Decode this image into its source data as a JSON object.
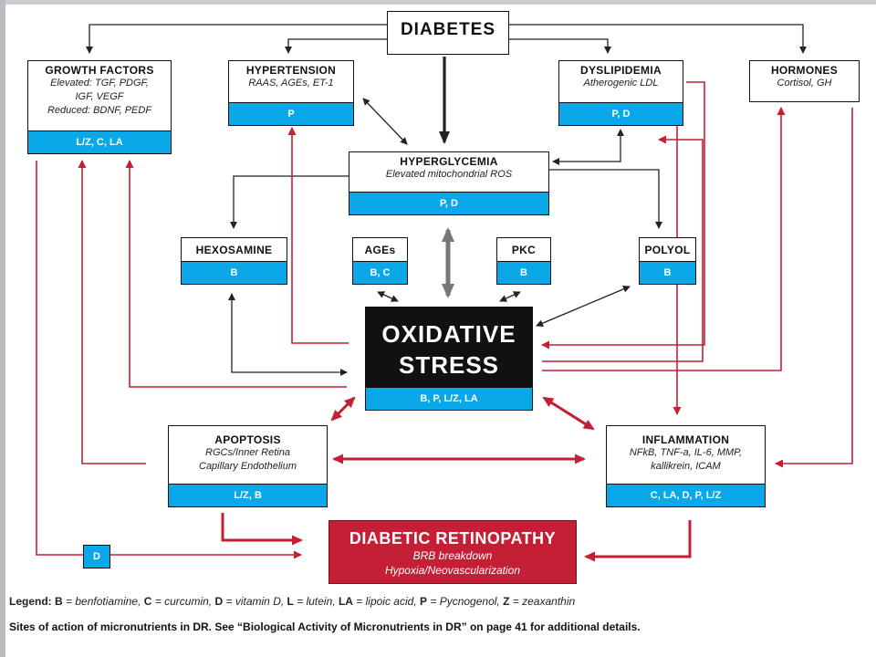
{
  "diabetes": {
    "title": "DIABETES"
  },
  "growth_factors": {
    "title": "GROWTH FACTORS",
    "lines": [
      "Elevated: TGF, PDGF,",
      "IGF, VEGF",
      "Reduced: BDNF, PEDF"
    ],
    "band": "L/Z, C, LA"
  },
  "hypertension": {
    "title": "HYPERTENSION",
    "lines": [
      "RAAS, AGEs, ET-1"
    ],
    "band": "P"
  },
  "dyslipidemia": {
    "title": "DYSLIPIDEMIA",
    "lines": [
      "Atherogenic LDL"
    ],
    "band": "P, D"
  },
  "hormones": {
    "title": "HORMONES",
    "lines": [
      "Cortisol, GH"
    ]
  },
  "hyperglycemia": {
    "title": "HYPERGLYCEMIA",
    "lines": [
      "Elevated mitochondrial ROS"
    ],
    "band": "P, D"
  },
  "hexosamine": {
    "title": "HEXOSAMINE",
    "band": "B"
  },
  "ages": {
    "title": "AGEs",
    "band": "B, C"
  },
  "pkc": {
    "title": "PKC",
    "band": "B"
  },
  "polyol": {
    "title": "POLYOL",
    "band": "B"
  },
  "oxidative_stress": {
    "title_line1": "OXIDATIVE",
    "title_line2": "STRESS",
    "band": "B, P, L/Z, LA"
  },
  "apoptosis": {
    "title": "APOPTOSIS",
    "lines": [
      "RGCs/Inner Retina",
      "Capillary Endothelium"
    ],
    "band": "L/Z, B"
  },
  "inflammation": {
    "title": "INFLAMMATION",
    "lines": [
      "NFkB, TNF-a, IL-6, MMP,",
      "kallikrein, ICAM"
    ],
    "band": "C, LA, D, P, L/Z"
  },
  "retinopathy": {
    "title": "DIABETIC RETINOPATHY",
    "lines": [
      "BRB breakdown",
      "Hypoxia/Neovascularization"
    ]
  },
  "d_marker": "D",
  "legend": {
    "label": "Legend:",
    "items": [
      {
        "key": "B",
        "value": "benfotiamine,"
      },
      {
        "key": "C",
        "value": "curcumin,"
      },
      {
        "key": "D",
        "value": "vitamin D,"
      },
      {
        "key": "L",
        "value": "lutein,"
      },
      {
        "key": "LA",
        "value": "lipoic acid,"
      },
      {
        "key": "P",
        "value": "Pycnogenol,"
      },
      {
        "key": "Z",
        "value": "zeaxanthin"
      }
    ]
  },
  "caption": "Sites of action of micronutrients in DR. See “Biological Activity of Micronutrients in DR” on page 41 for additional details.",
  "colors": {
    "band": "#0aa8e8",
    "red_arrow": "#c41f35",
    "black_box": "#111111",
    "dr_box": "#c41f35"
  }
}
